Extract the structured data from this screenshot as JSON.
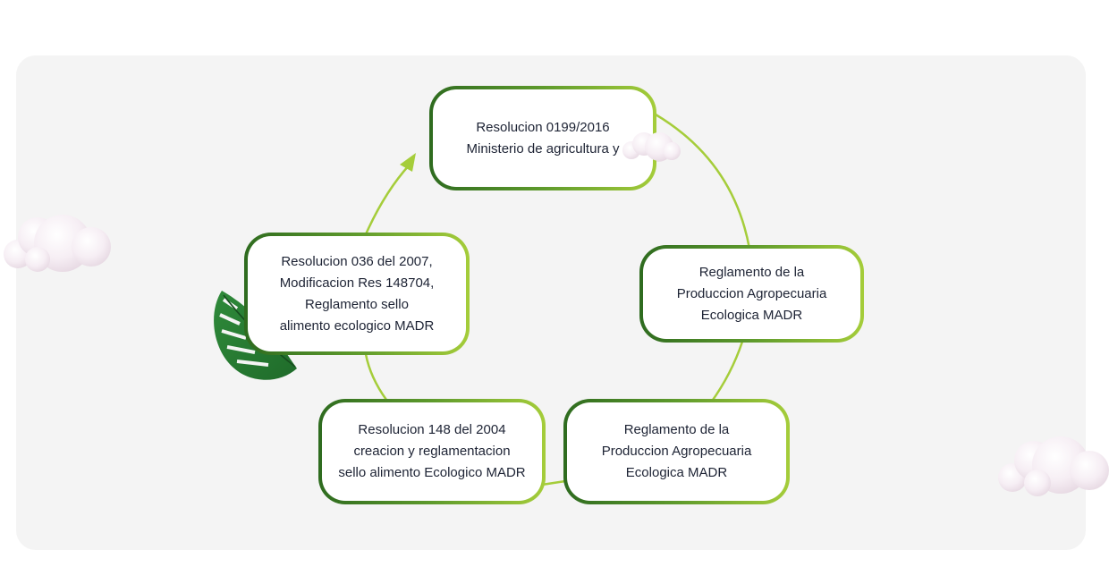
{
  "diagram": {
    "nodes": [
      {
        "id": "top",
        "label": "Resolucion 0199/2016\nMinisterio de agricultura y"
      },
      {
        "id": "right-upper",
        "label": "Reglamento de la\nProduccion Agropecuaria\nEcologica MADR"
      },
      {
        "id": "right-lower",
        "label": "Reglamento de la\nProduccion Agropecuaria\nEcologica MADR"
      },
      {
        "id": "left-lower",
        "label": "Resolucion 148 del 2004\ncreacion y reglamentacion\nsello alimento Ecologico MADR"
      },
      {
        "id": "left-upper",
        "label": "Resolucion 036 del 2007,\nModificacion Res 148704,\nReglamento sello\nalimento ecologico MADR"
      }
    ],
    "flow": "clockwise cycle with arrow pointing into the top node",
    "colors": {
      "border_dark": "#2e6b1f",
      "border_light": "#a5cd3a",
      "connector": "#a5cd3a",
      "panel_bg": "#f4f4f4",
      "text": "#1d2334"
    },
    "decorations": [
      "cloud-icon",
      "cloud-icon",
      "cloud-icon",
      "monstera-leaf-icon"
    ]
  }
}
